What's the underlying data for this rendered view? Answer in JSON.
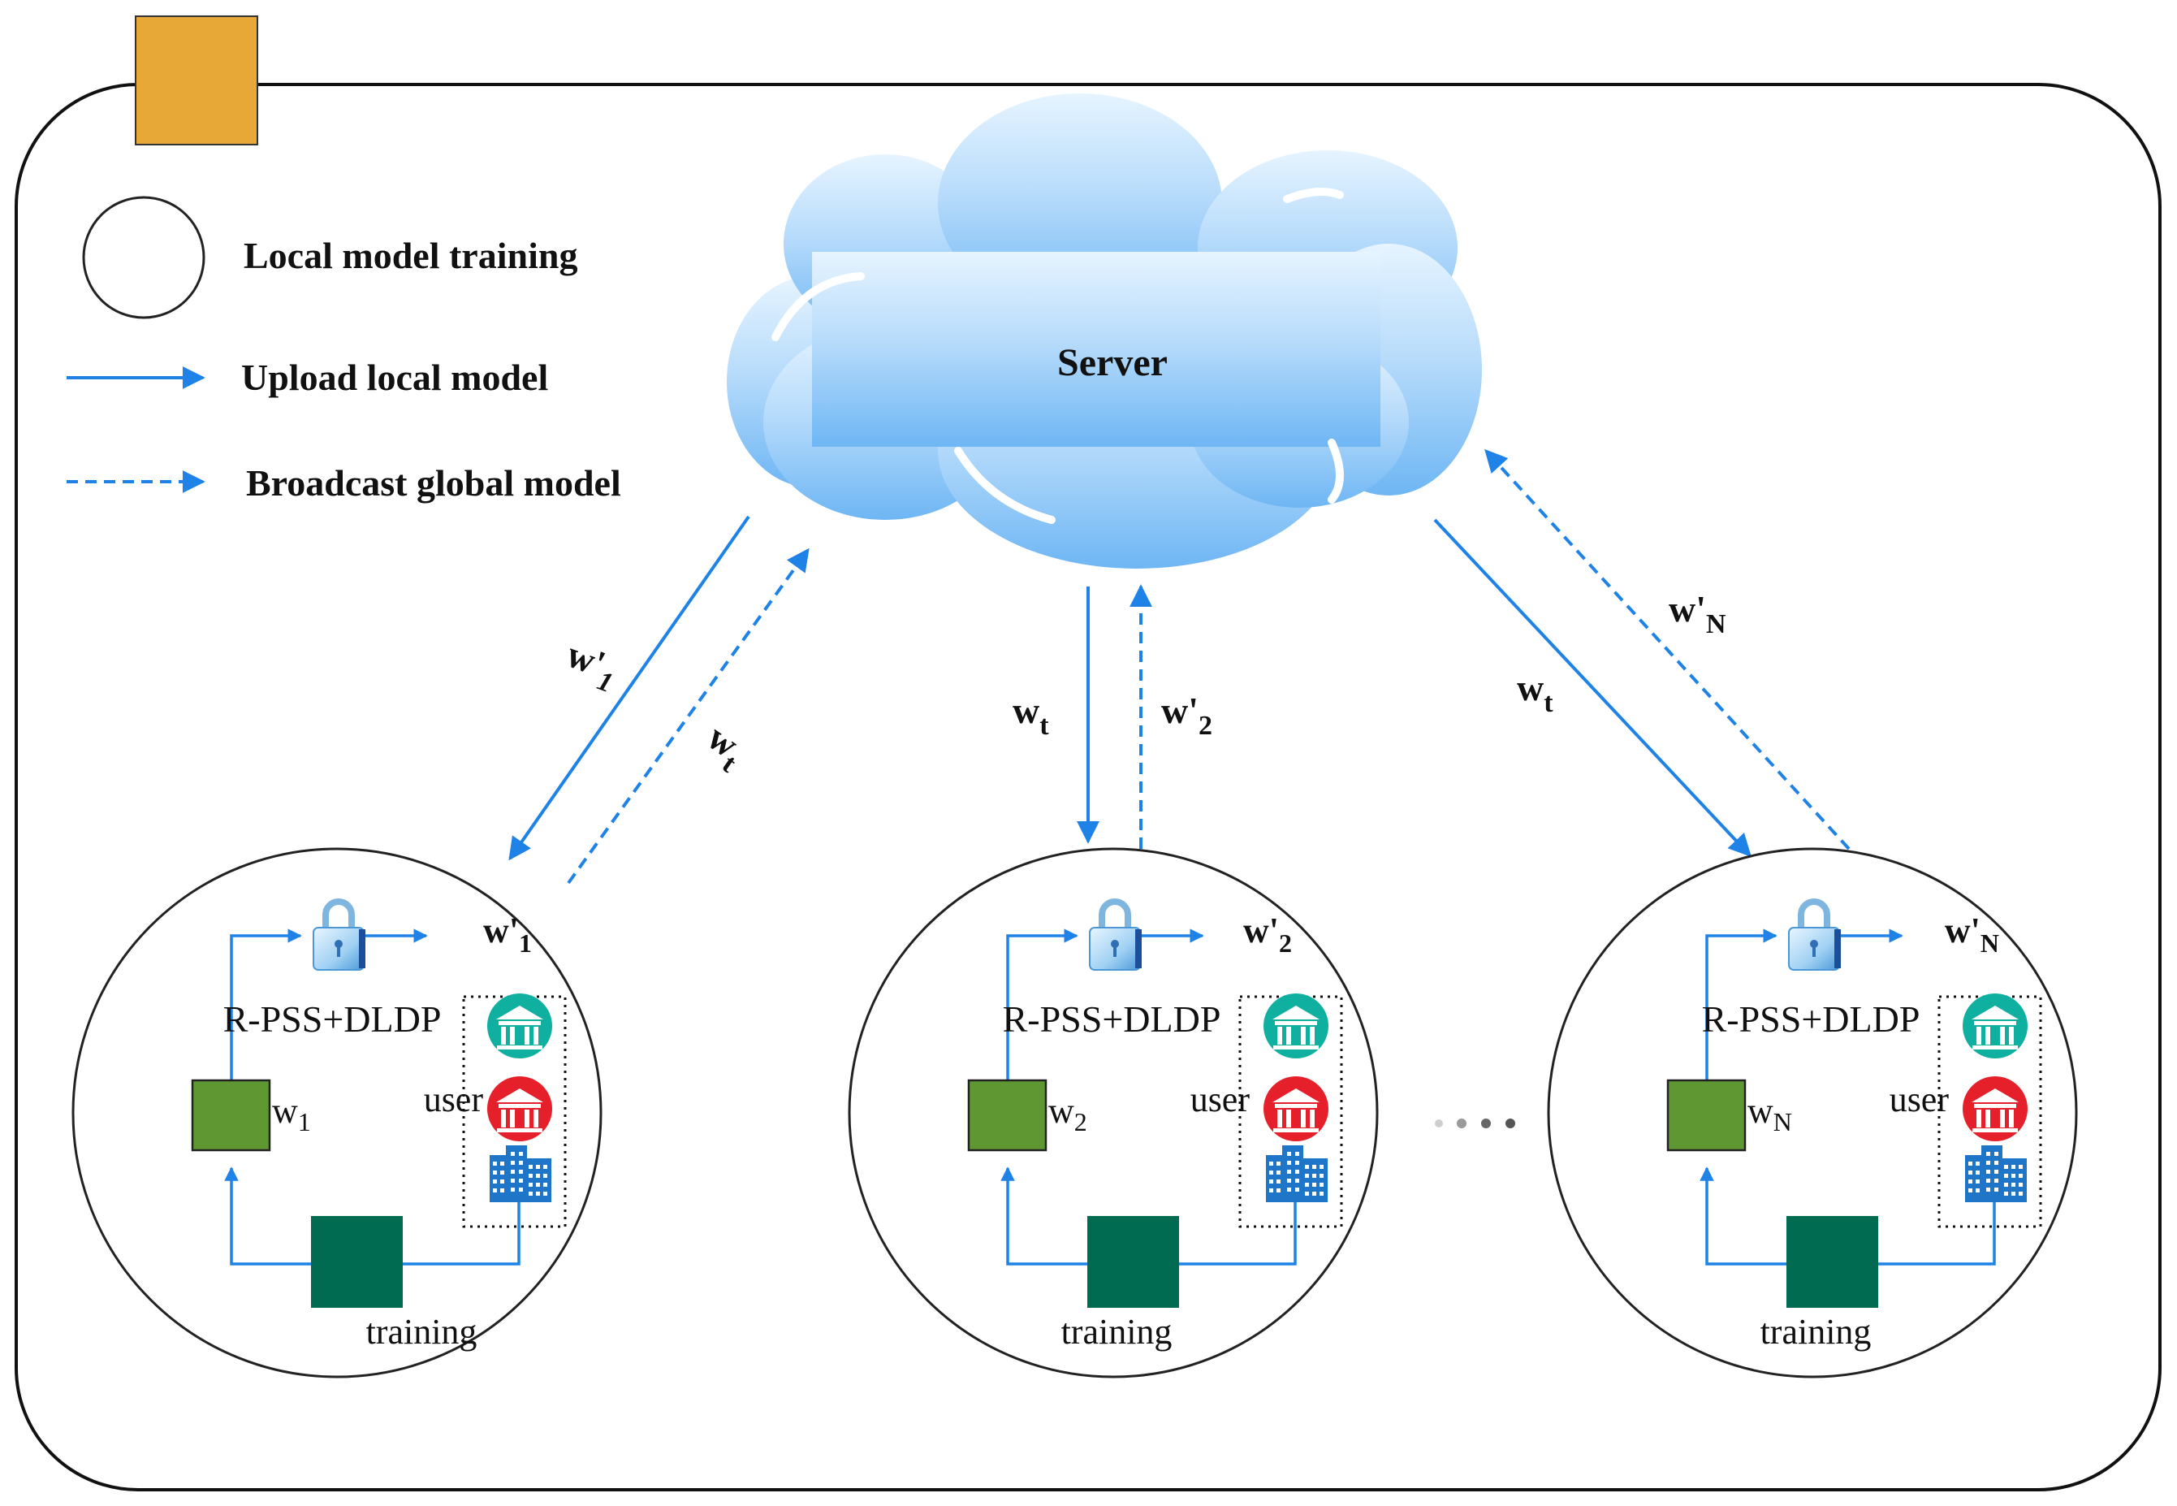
{
  "legend": {
    "local_training": "Local model training",
    "upload": "Upload local model",
    "broadcast": "Broadcast global model"
  },
  "server": {
    "label": "Server"
  },
  "link_labels": [
    {
      "up": {
        "base": "w'",
        "sub": "1"
      },
      "down": {
        "base": "w",
        "sub": "t"
      }
    },
    {
      "up": {
        "base": "w'",
        "sub": "2"
      },
      "down": {
        "base": "w",
        "sub": "t"
      }
    },
    {
      "up": {
        "base": "w'",
        "sub": "N"
      },
      "down": {
        "base": "w",
        "sub": "t"
      }
    }
  ],
  "clients": [
    {
      "model": {
        "base": "w",
        "sub": "1"
      },
      "output": {
        "base": "w'",
        "sub": "1"
      },
      "scheme": "R-PSS+DLDP",
      "user": "user",
      "training": "training"
    },
    {
      "model": {
        "base": "w",
        "sub": "2"
      },
      "output": {
        "base": "w'",
        "sub": "2"
      },
      "scheme": "R-PSS+DLDP",
      "user": "user",
      "training": "training"
    },
    {
      "model": {
        "base": "w",
        "sub": "N"
      },
      "output": {
        "base": "w'",
        "sub": "N"
      },
      "scheme": "R-PSS+DLDP",
      "user": "user",
      "training": "training"
    }
  ],
  "colors": {
    "arrow": "#1e82e6",
    "model_box": "#5f9732",
    "training_box": "#006b50",
    "bank_teal": "#10b0a0",
    "bank_red": "#e6202a",
    "building": "#1f75c7",
    "corner_tab": "#e8a838"
  }
}
